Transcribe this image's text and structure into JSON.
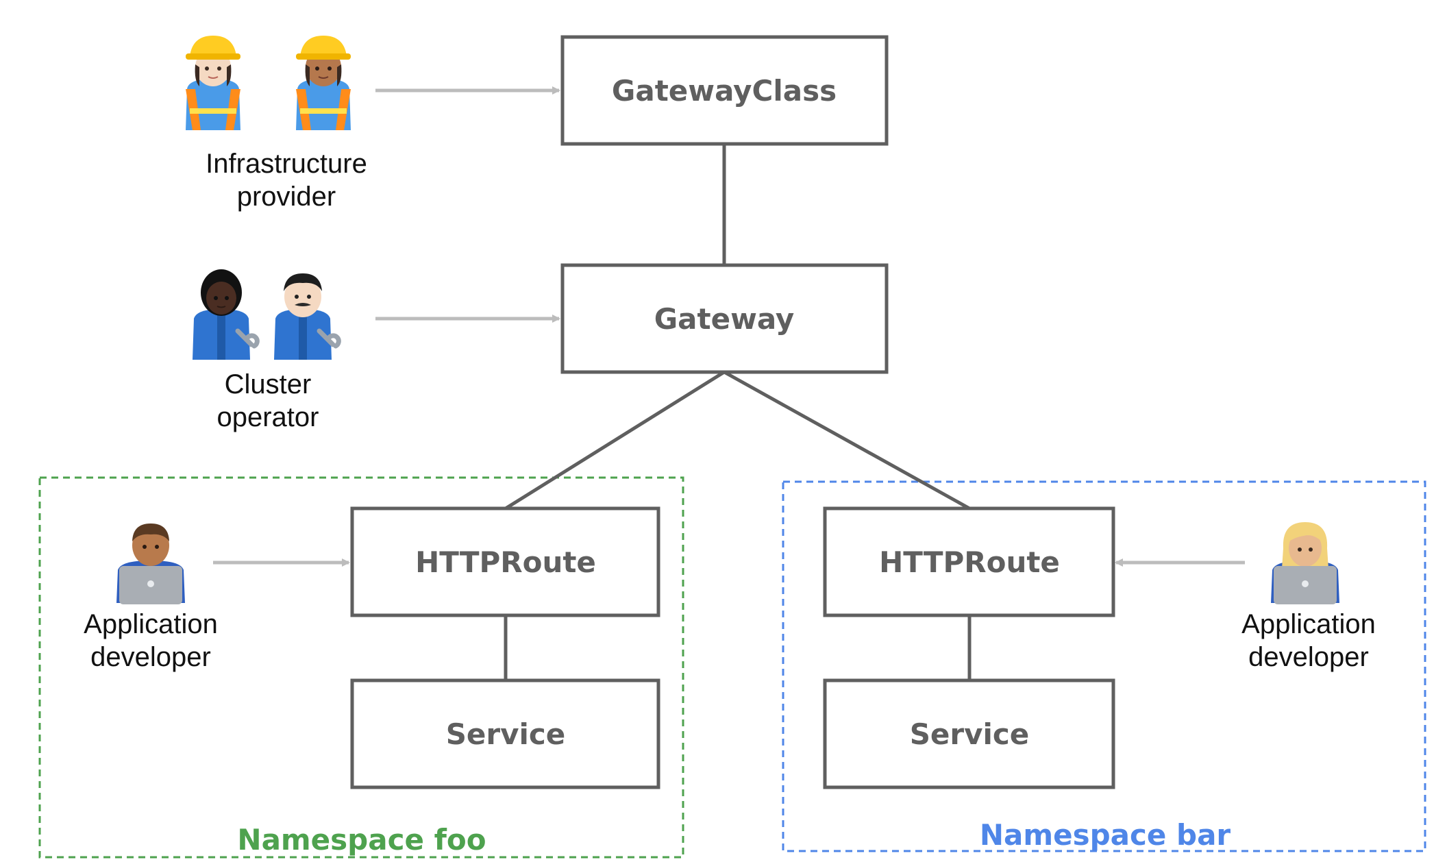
{
  "nodes": {
    "gatewayclass": "GatewayClass",
    "gateway": "Gateway",
    "httproute_foo": "HTTPRoute",
    "service_foo": "Service",
    "httproute_bar": "HTTPRoute",
    "service_bar": "Service"
  },
  "roles": {
    "infrastructure_provider": {
      "line1": "Infrastructure",
      "line2": "provider"
    },
    "cluster_operator": {
      "line1": "Cluster",
      "line2": "operator"
    },
    "app_developer_foo": {
      "line1": "Application",
      "line2": "developer"
    },
    "app_developer_bar": {
      "line1": "Application",
      "line2": "developer"
    }
  },
  "namespaces": {
    "foo": {
      "label": "Namespace foo",
      "color": "#4ea24e"
    },
    "bar": {
      "label": "Namespace bar",
      "color": "#4f86e8"
    }
  },
  "colors": {
    "box_stroke": "#5f5f5f",
    "arrow": "#bcbcbc",
    "node_text": "#5f5f5f"
  }
}
